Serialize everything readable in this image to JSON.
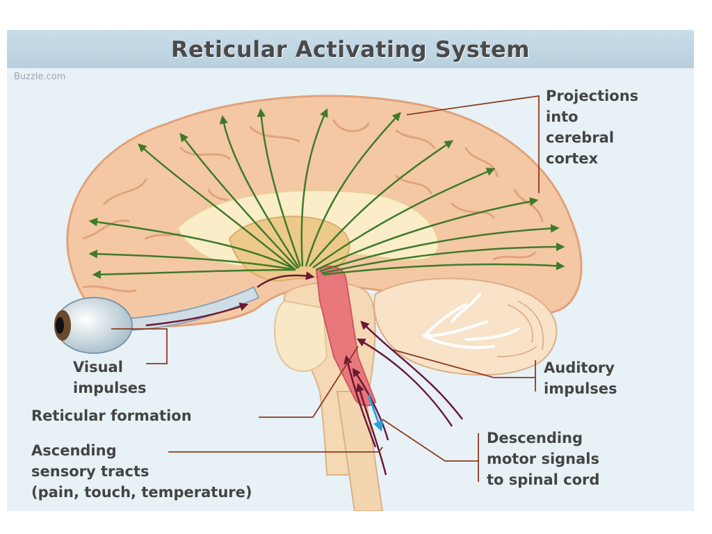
{
  "title": "Reticular Activating System",
  "source": "Buzzle.com",
  "labels": {
    "projections": [
      "Projections",
      "into",
      "cerebral",
      "cortex"
    ],
    "visual": [
      "Visual",
      "impulses"
    ],
    "reticular": [
      "Reticular formation"
    ],
    "ascending": [
      "Ascending",
      "sensory tracts",
      "(pain, touch, temperature)"
    ],
    "auditory": [
      "Auditory",
      "impulses"
    ],
    "descending": [
      "Descending",
      "motor signals",
      "to spinal cord"
    ]
  },
  "colors": {
    "cortex": "#f4c8a4",
    "gyri_line": "#d99870",
    "projection_arrows": "#3f7a2a",
    "reticular_formation": "#e8737a",
    "sensory_arrows": "#6b1835",
    "motor_arrow": "#2aa4d8",
    "leader_lines": "#8a3a1e",
    "cerebellum": "#f8e2c8"
  }
}
